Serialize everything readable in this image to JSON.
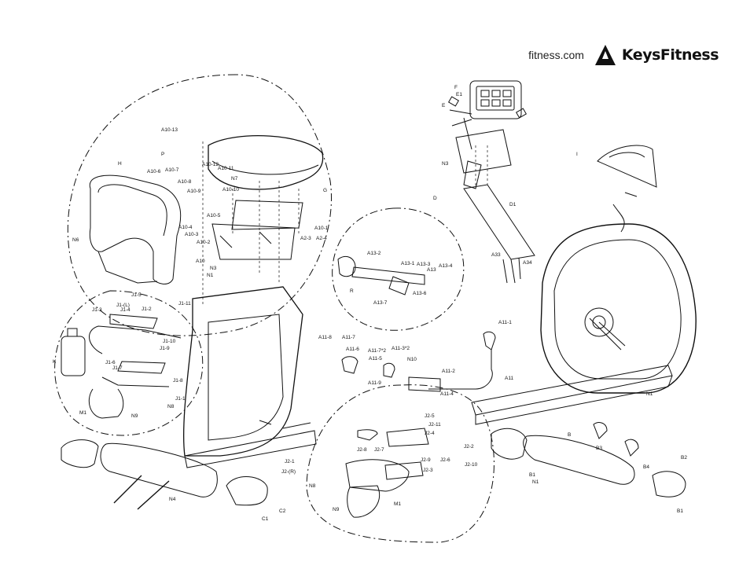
{
  "header": {
    "website": "fitness.com",
    "brand": "KeysFitness"
  },
  "labels": [
    "A10-13",
    "P",
    "A10-12",
    "A10-11",
    "H",
    "A10-6",
    "A10-7",
    "N7",
    "A10-8",
    "A10-10",
    "A10-9",
    "G",
    "A10-5",
    "N6",
    "A10-4",
    "A10-3",
    "A10-1",
    "A10-2",
    "A2-3",
    "A2-4",
    "A10",
    "N3",
    "N1",
    "A13-2",
    "A13-1",
    "A13-3",
    "A13",
    "A13-4",
    "R",
    "A13-6",
    "A13-7",
    "J1-5",
    "J1-(L)",
    "J1-4",
    "J1-3",
    "J1-11",
    "J1-2",
    "J1-10",
    "J1-9",
    "K",
    "J1-6",
    "J1-7",
    "J1-8",
    "J1-1",
    "N8",
    "M1",
    "N9",
    "A11-8",
    "A11-7",
    "A11-6",
    "A11-7*2",
    "A11-3*2",
    "A11-5",
    "N10",
    "A11-2",
    "A11-9",
    "A11",
    "A11-4",
    "A11-1",
    "E1",
    "F",
    "E",
    "N3",
    "D",
    "D1",
    "I",
    "A33",
    "A34",
    "N1",
    "B",
    "B3",
    "B4",
    "B2",
    "B1",
    "N1",
    "J2-5",
    "J2-11",
    "J2-4",
    "J2-2",
    "J2-8",
    "J2-7",
    "J2-9",
    "J2-6",
    "J2-10",
    "J2-3",
    "J2-1",
    "J2-(R)",
    "N8",
    "M1",
    "N9",
    "N4",
    "C2",
    "C1",
    "B1"
  ]
}
